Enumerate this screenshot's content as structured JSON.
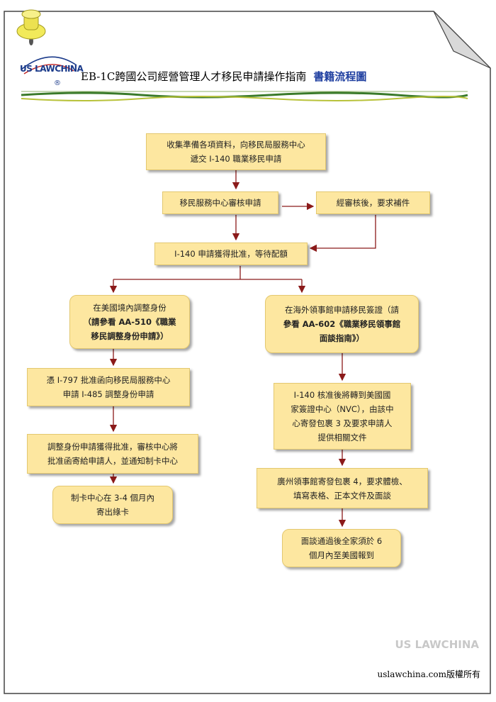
{
  "header": {
    "logo_text": "US LAWCHINA",
    "logo_reg": "®",
    "title": "EB-1C跨國公司經營管理人才移民申請操作指南",
    "subtitle": "書籍流程圖"
  },
  "flow": {
    "n1": [
      "收集準備各項資料，向移民局服務中心",
      "遞交 I-140 職業移民申請"
    ],
    "n2": "移民服務中心審核申請",
    "n3": "經審核後，要求補件",
    "n4": "I-140 申請獲得批准，等待配額",
    "left": {
      "a1": [
        "在美國境內調整身份",
        "（請參看 AA-510《職業",
        "移民調整身份申請》）"
      ],
      "a2": [
        "憑 I-797 批准函向移民局服務中心",
        "申請 I-485 調整身份申請"
      ],
      "a3": [
        "調整身份申請獲得批准，審核中心將",
        "批准函寄給申請人，並通知制卡中心"
      ],
      "a4": [
        "制卡中心在 3-4 個月內",
        "寄出綠卡"
      ]
    },
    "right": {
      "b1": [
        "在海外領事館申請移民簽證（請",
        "參看 AA-602《職業移民領事館",
        "面談指南》）"
      ],
      "b2": [
        "I-140 核准後將轉到美國國",
        "家簽證中心（NVC），由該中",
        "心寄發包裹 3 及要求申請人",
        "提供相關文件"
      ],
      "b3": [
        "廣州領事館寄發包裹 4，要求體檢、",
        "填寫表格、正本文件及面談"
      ],
      "b4": [
        "面談通過後全家須於 6",
        "個月內至美國報到"
      ]
    }
  },
  "footer": {
    "watermark": "US LAWCHINA",
    "copyright": "uslawchina.com版權所有"
  },
  "colors": {
    "box_fill": "#fde7a0",
    "arrow": "#8b1a1a",
    "title_accent": "#1f3fa0"
  }
}
